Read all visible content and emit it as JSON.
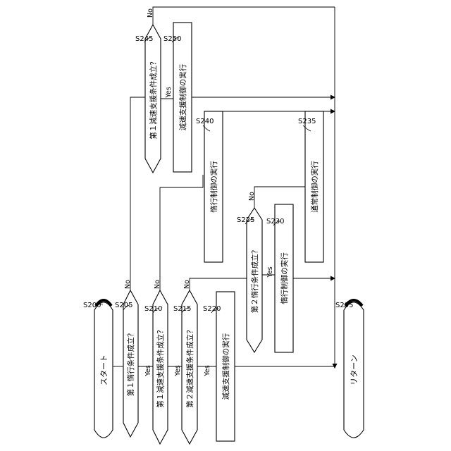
{
  "terminals": {
    "start": {
      "label": "スタート",
      "step": "S200"
    },
    "return": {
      "label": "リターン",
      "step": "S295"
    }
  },
  "decisions": {
    "s205": {
      "label": "第１惰行条件成立？",
      "step": "S205",
      "yes": "Yes",
      "no": "No"
    },
    "s210": {
      "label": "第１減速支援条件成立？",
      "step": "S210",
      "yes": "Yes",
      "no": "No"
    },
    "s215": {
      "label": "第２減速支援条件成立？",
      "step": "S215",
      "yes": "Yes",
      "no": "No"
    },
    "s225": {
      "label": "第２惰行条件成立？",
      "step": "S225",
      "yes": "Yes",
      "no": "No"
    },
    "s245": {
      "label": "第１減速支援条件成立？",
      "step": "S245",
      "yes": "Yes",
      "no": "No"
    }
  },
  "processes": {
    "s220": {
      "label": "減速支援制御の実行",
      "step": "S220"
    },
    "s230": {
      "label": "惰行制御の実行",
      "step": "S230"
    },
    "s235": {
      "label": "通常制御の実行",
      "step": "S235"
    },
    "s240": {
      "label": "惰行制御の実行",
      "step": "S240"
    },
    "s250": {
      "label": "減速支援制御の実行",
      "step": "S250"
    }
  }
}
